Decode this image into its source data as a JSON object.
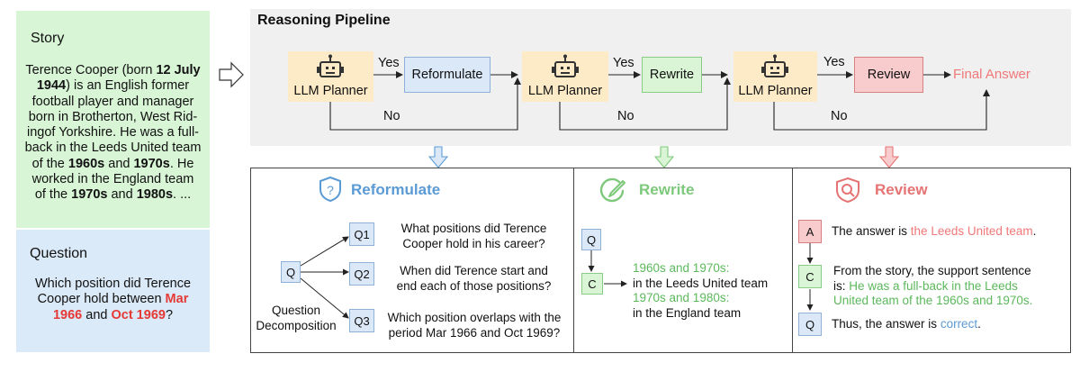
{
  "story": {
    "header": "Story",
    "lines": [
      [
        {
          "t": "Terence Cooper (born "
        },
        {
          "t": "12 July",
          "b": true
        }
      ],
      [
        {
          "t": "1944",
          "b": true
        },
        {
          "t": ") is an English former"
        }
      ],
      [
        {
          "t": "football player and manager"
        }
      ],
      [
        {
          "t": "born in Brotherton, West Rid-"
        }
      ],
      [
        {
          "t": "ingof Yorkshire. He was a full-"
        }
      ],
      [
        {
          "t": "back in the Leeds United team"
        }
      ],
      [
        {
          "t": "of the "
        },
        {
          "t": "1960s",
          "b": true
        },
        {
          "t": " and "
        },
        {
          "t": "1970s",
          "b": true
        },
        {
          "t": ". He"
        }
      ],
      [
        {
          "t": "worked in the England team"
        }
      ],
      [
        {
          "t": "of the "
        },
        {
          "t": "1970s",
          "b": true
        },
        {
          "t": " and "
        },
        {
          "t": "1980s",
          "b": true
        },
        {
          "t": ".  ..."
        }
      ]
    ]
  },
  "question": {
    "header": "Question",
    "lines": [
      [
        {
          "t": "Which position did Terence"
        }
      ],
      [
        {
          "t": "Cooper  hold between "
        },
        {
          "t": "Mar",
          "b": true,
          "c": "#e53935"
        }
      ],
      [
        {
          "t": "1966",
          "b": true,
          "c": "#e53935"
        },
        {
          "t": " and "
        },
        {
          "t": "Oct 1969",
          "b": true,
          "c": "#e53935"
        },
        {
          "t": "?"
        }
      ]
    ]
  },
  "pipeline": {
    "title": "Reasoning Pipeline",
    "planner_label": "LLM Planner",
    "yes": "Yes",
    "no": "No",
    "reformulate": "Reformulate",
    "rewrite": "Rewrite",
    "review": "Review",
    "final_answer": "Final Answer"
  },
  "reformulate_panel": {
    "title": "Reformulate",
    "q_node": "Q",
    "sub_nodes": [
      "Q1",
      "Q2",
      "Q3"
    ],
    "sub_questions": [
      [
        "What positions did Terence",
        "Cooper hold in his career?"
      ],
      [
        "When did Terence start and",
        "end each of those positions?"
      ],
      [
        "Which position overlaps with the",
        "period Mar 1966 and Oct 1969?"
      ]
    ],
    "decomposition_label": [
      "Question",
      "Decomposition"
    ]
  },
  "rewrite_panel": {
    "title": "Rewrite",
    "q_node": "Q",
    "c_node": "C",
    "lines": [
      {
        "t": "1960s and 1970s:",
        "c": "#5cb85c"
      },
      {
        "t": "in the Leeds United team",
        "c": "#111111"
      },
      {
        "t": "1970s and 1980s:",
        "c": "#5cb85c"
      },
      {
        "t": "in the England team",
        "c": "#111111"
      }
    ]
  },
  "review_panel": {
    "title": "Review",
    "a_node": "A",
    "c_node": "C",
    "q_node": "Q",
    "answer_prefix": "The answer is ",
    "answer_value": "the Leeds United team",
    "answer_suffix": ".",
    "support_line1": "From the story, the support sentence",
    "support_prefix": "is: ",
    "support_line2_green": "He was a full-back in the Leeds",
    "support_line3_green": "United team of the 1960s and 1970s.",
    "verdict_prefix": "Thus, the answer is ",
    "verdict_value": "correct",
    "verdict_suffix": "."
  },
  "colors": {
    "story_bg": "#d8f5d6",
    "question_bg": "#dbeaf8",
    "planner_bg": "#fdebc8",
    "reformulate_bg": "#dbe8f8",
    "rewrite_bg": "#d9f5d6",
    "review_bg": "#f8cccc",
    "accent_blue": "#5b9bd5",
    "accent_green": "#7dc87a",
    "accent_red": "#e57373",
    "final_answer": "#f07878"
  }
}
